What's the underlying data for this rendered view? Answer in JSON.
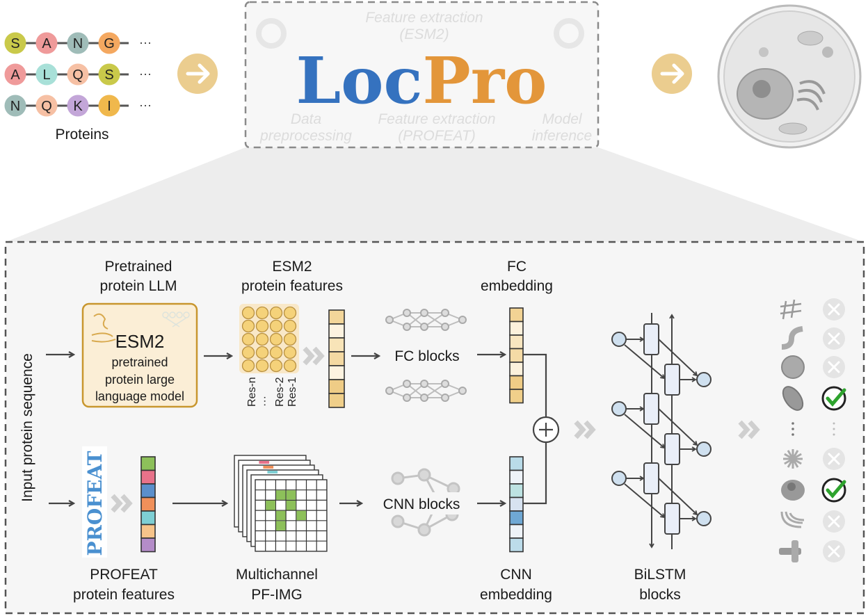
{
  "proteins": {
    "label": "Proteins",
    "ellipsis": "···",
    "rows": [
      [
        {
          "aa": "S",
          "color": "#c9c94a"
        },
        {
          "aa": "A",
          "color": "#ef9a9a"
        },
        {
          "aa": "N",
          "color": "#9fbcb8"
        },
        {
          "aa": "G",
          "color": "#f4a860"
        }
      ],
      [
        {
          "aa": "A",
          "color": "#ef9a9a"
        },
        {
          "aa": "L",
          "color": "#a8e0d8"
        },
        {
          "aa": "Q",
          "color": "#f6c0a4"
        },
        {
          "aa": "S",
          "color": "#c9c94a"
        }
      ],
      [
        {
          "aa": "N",
          "color": "#9fbcb8"
        },
        {
          "aa": "Q",
          "color": "#f6c0a4"
        },
        {
          "aa": "K",
          "color": "#c3a6d8"
        },
        {
          "aa": "I",
          "color": "#f0b84c"
        }
      ]
    ]
  },
  "logo": {
    "part1": "Loc",
    "part2": "Pro",
    "color1": "#3572bf",
    "color2": "#e3963a"
  },
  "workflow_ghost": {
    "step1a": "Data",
    "step1b": "preprocessing",
    "step2a": "Feature extraction",
    "step2b": "(ESM2)",
    "step3a": "Feature extraction",
    "step3b": "(PROFEAT)",
    "step4a": "Model",
    "step4b": "inference"
  },
  "pipeline": {
    "input_label": "Input protein sequence",
    "llm_title": [
      "Pretrained",
      "protein LLM"
    ],
    "llm_box": {
      "name": "ESM2",
      "desc": [
        "pretrained",
        "protein large",
        "language model"
      ]
    },
    "esm_features_title": [
      "ESM2",
      "protein features"
    ],
    "residue_labels": [
      "Res-n",
      "···",
      "Res-2",
      "Res-1"
    ],
    "fc_blocks": "FC blocks",
    "fc_embedding_title": [
      "FC",
      "embedding"
    ],
    "profeat_logo": "PROFEAT",
    "profeat_title": [
      "PROFEAT",
      "protein features"
    ],
    "pfimg_title": [
      "Multichannel",
      "PF-IMG"
    ],
    "cnn_blocks": "CNN blocks",
    "cnn_embedding_title": [
      "CNN",
      "embedding"
    ],
    "bilstm_title": [
      "BiLSTM",
      "blocks"
    ],
    "fc_embedding_colors": [
      "#f2d394",
      "#fcf1dc",
      "#f8e6c0",
      "#f5dba6",
      "#fcf1dc",
      "#efcc86",
      "#f0cf8a"
    ],
    "cnn_embedding_colors": [
      "#b9dbe8",
      "#eef3f8",
      "#bde2e2",
      "#d7e2f0",
      "#6fa8d4",
      "#eef3f8",
      "#bcdcea"
    ],
    "profeat_colors": [
      "#8dc05a",
      "#e8728a",
      "#5b8fcb",
      "#f0905a",
      "#7ecfd4",
      "#f7c48a",
      "#b48cc8"
    ],
    "esm_vector_colors": [
      "#f3d69a",
      "#fdf3e0",
      "#f8e4b8",
      "#f4d9a2",
      "#fdf3e0",
      "#efcc86",
      "#f0cf8a"
    ]
  },
  "outputs": [
    {
      "icon": "cytoskeleton-icon",
      "result": "no"
    },
    {
      "icon": "er-ribbon-icon",
      "result": "no"
    },
    {
      "icon": "vesicle-icon",
      "result": "no"
    },
    {
      "icon": "mitochondrion-icon",
      "result": "yes"
    },
    {
      "icon": "ellipsis",
      "result": "ellipsis"
    },
    {
      "icon": "secretory-burst-icon",
      "result": "no"
    },
    {
      "icon": "nucleus-cell-icon",
      "result": "yes"
    },
    {
      "icon": "golgi-icon",
      "result": "no"
    },
    {
      "icon": "membrane-channel-icon",
      "result": "no"
    }
  ],
  "colors": {
    "arrow_circle": "#ebcd8f",
    "check": "#2ea32e",
    "panel_bg": "#f6f6f6"
  }
}
